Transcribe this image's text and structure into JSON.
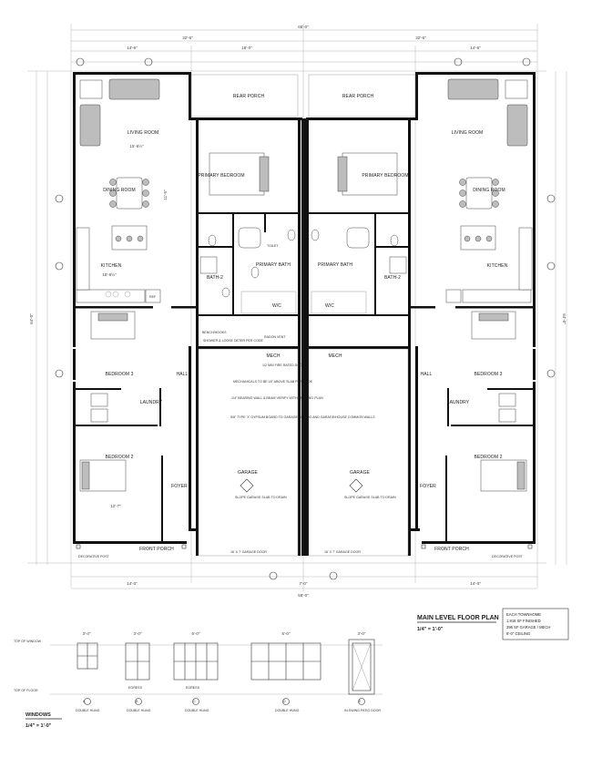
{
  "plan": {
    "title": "MAIN LEVEL FLOOR PLAN",
    "scale": "1/4\" = 1'-0\"",
    "info_lines": [
      "EACH TOWNHOME",
      "1,918 SF FINISHED",
      "396 SF GARAGE / MECH",
      "8'-0\" CEILING"
    ]
  },
  "windows": {
    "title": "WINDOWS",
    "scale": "1/4\" = 1'-0\"",
    "top_of_window_label": "TOP OF WINDOW",
    "top_of_floor_label": "TOP OF FLOOR",
    "items": [
      {
        "tag": "A",
        "label": "DOUBLE HUNG",
        "dim": "3'-4\"",
        "note": ""
      },
      {
        "tag": "B",
        "label": "DOUBLE HUNG",
        "dim": "3'-0\"",
        "note": "EGRESS"
      },
      {
        "tag": "C",
        "label": "DOUBLE HUNG",
        "dim": "5'-0\"",
        "note": "EGRESS"
      },
      {
        "tag": "D",
        "label": "DOUBLE HUNG",
        "dim": "5'-0\"",
        "note": ""
      },
      {
        "tag": "E",
        "label": "IN-SWING PATIO DOOR",
        "dim": "3'-0\"",
        "note": ""
      }
    ]
  },
  "dimensions": {
    "overall": "65'-0\"",
    "half_left": "32'-6\"",
    "half_right": "32'-6\"",
    "segments_top": [
      "14'-6\"",
      "18'-0\"",
      "14'-6\""
    ],
    "segments_bottom": [
      "14'-0\"",
      "7'-0\"",
      "14'-0\""
    ],
    "bottom_overall": "58'-0\"",
    "depth": "64'-0\""
  },
  "rooms_left": {
    "rear_porch": "REAR PORCH",
    "living_room": "LIVING ROOM",
    "living_dim": "15'-6½\"",
    "dining_room": "DINING ROOM",
    "dining_dim": "11'-5\"",
    "kitchen": "KITCHEN",
    "kitchen_dim": "15'-6½\"",
    "primary_bedroom": "PRIMARY BEDROOM",
    "primary_bath": "PRIMARY BATH",
    "bath2": "BATH-2",
    "wic": "W/C",
    "mech": "MECH",
    "bedroom3": "BEDROOM 3",
    "hall": "HALL",
    "laundry": "LAUNDRY",
    "bedroom2": "BEDROOM 2",
    "bedroom2_dim": "12'-7\"",
    "foyer": "FOYER",
    "front_porch": "FRONT PORCH",
    "garage": "GARAGE",
    "garage_note": "SLOPE GARAGE SLAB TO DRAIN",
    "garage_door": "16' X 7' GARAGE DOOR",
    "decorative_post": "DECORATIVE POST",
    "closet_note": "SHOWER & LOOSE DETER PER CODE",
    "bench_note": "BENCH/HOOKS",
    "fire_door": "1/2 MIN FIRE RATED DOOR",
    "radon": "RADON VENT",
    "bearing_note": "1/4\" BEARING WALL & BEAM VERIFY WITH FRAMING PLAN",
    "gyp_note": "5/8\" TYPE 'X' GYPSUM BOARD TO GARAGE CEILING AND GARAGE/HOUSE COMMON WALLS",
    "mech_note": "MECHANICALS TO BE 18\" ABOVE SLAB PER CODE",
    "toilet_label": "TOILET",
    "ref": "REF"
  },
  "rooms_right": {
    "rear_porch": "REAR PORCH",
    "living_room": "LIVING ROOM",
    "dining_room": "DINING ROOM",
    "kitchen": "KITCHEN",
    "primary_bedroom": "PRIMARY BEDROOM",
    "primary_bath": "PRIMARY BATH",
    "bath2": "BATH-2",
    "wic": "W/C",
    "mech": "MECH",
    "bedroom3": "BEDROOM 3",
    "hall": "HALL",
    "laundry": "LAUNDRY",
    "bedroom2": "BEDROOM 2",
    "foyer": "FOYER",
    "front_porch": "FRONT PORCH",
    "garage": "GARAGE",
    "garage_note": "SLOPE GARAGE SLAB TO DRAIN",
    "garage_door": "16' X 7' GARAGE DOOR",
    "decorative_post": "DECORATIVE POST"
  }
}
